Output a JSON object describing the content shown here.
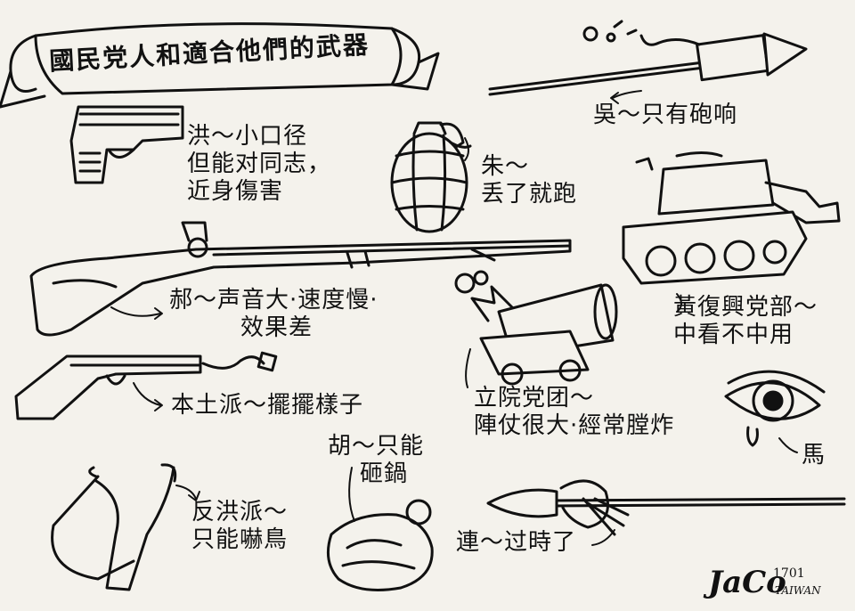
{
  "title": "國民党人和適合他們的武器",
  "captions": {
    "hong": {
      "line1": "洪～小口径",
      "line2": "但能对同志，",
      "line3": "近身傷害"
    },
    "zhu": {
      "line1": "朱～",
      "line2": "丢了就跑"
    },
    "wu": {
      "line1": "吳～只有砲响"
    },
    "hao": {
      "line1": "郝～声音大·速度慢·",
      "line2": "效果差"
    },
    "huang": {
      "line1": "黃復興党部～",
      "line2": "中看不中用"
    },
    "bentu": {
      "line1": "本土派～擺擺樣子"
    },
    "liyuan": {
      "line1": "立院党团～",
      "line2": "陣仗很大·經常膛炸"
    },
    "ma": {
      "line1": "馬"
    },
    "hu": {
      "line1": "胡～只能",
      "line2": "砸鍋"
    },
    "fanhong": {
      "line1": "反洪派～",
      "line2": "只能嚇鳥"
    },
    "lian": {
      "line1": "連～过時了"
    }
  },
  "signature": {
    "name": "JaCo",
    "date": "1701",
    "place": "TAIWAN"
  },
  "colors": {
    "ink": "#111111",
    "paper": "#f4f2ec"
  }
}
